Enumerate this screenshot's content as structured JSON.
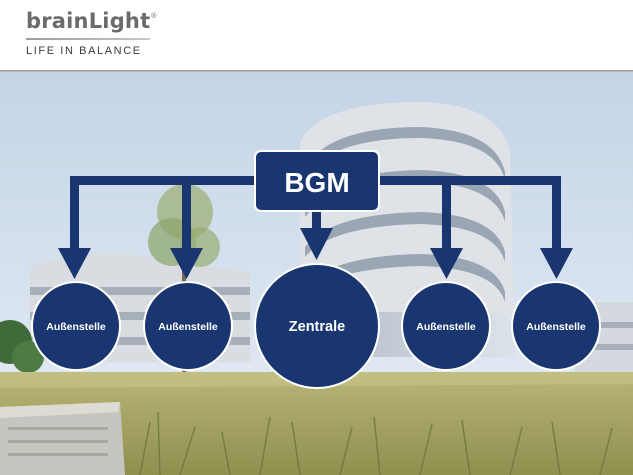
{
  "header": {
    "logo_text": "brainLight",
    "logo_mark": "®",
    "tagline": "LIFE IN BALANCE"
  },
  "diagram": {
    "root": "BGM",
    "children": [
      "Außenstelle",
      "Außenstelle",
      "Zentrale",
      "Außenstelle",
      "Außenstelle"
    ]
  },
  "colors": {
    "navy": "#1a3670",
    "sky": "#d3e0ee",
    "grass": "#a3a35e"
  }
}
